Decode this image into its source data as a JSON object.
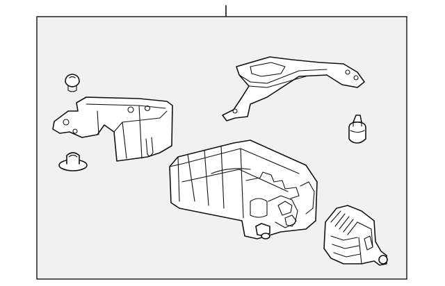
{
  "diagram": {
    "type": "exploded-parts-illustration",
    "background_color": "#f1f1f1",
    "line_color": "#111111",
    "parts": [
      {
        "name": "canister-assembly",
        "icon": "charcoal-canister"
      },
      {
        "name": "canister-bracket",
        "icon": "stamped-bracket"
      },
      {
        "name": "upper-bracket",
        "icon": "stamped-bracket"
      },
      {
        "name": "grommet-upper",
        "icon": "rubber-grommet"
      },
      {
        "name": "grommet-lower",
        "icon": "rubber-grommet"
      },
      {
        "name": "hose-fitting",
        "icon": "nipple-fitting"
      },
      {
        "name": "vacuum-valve",
        "icon": "valve"
      }
    ]
  }
}
